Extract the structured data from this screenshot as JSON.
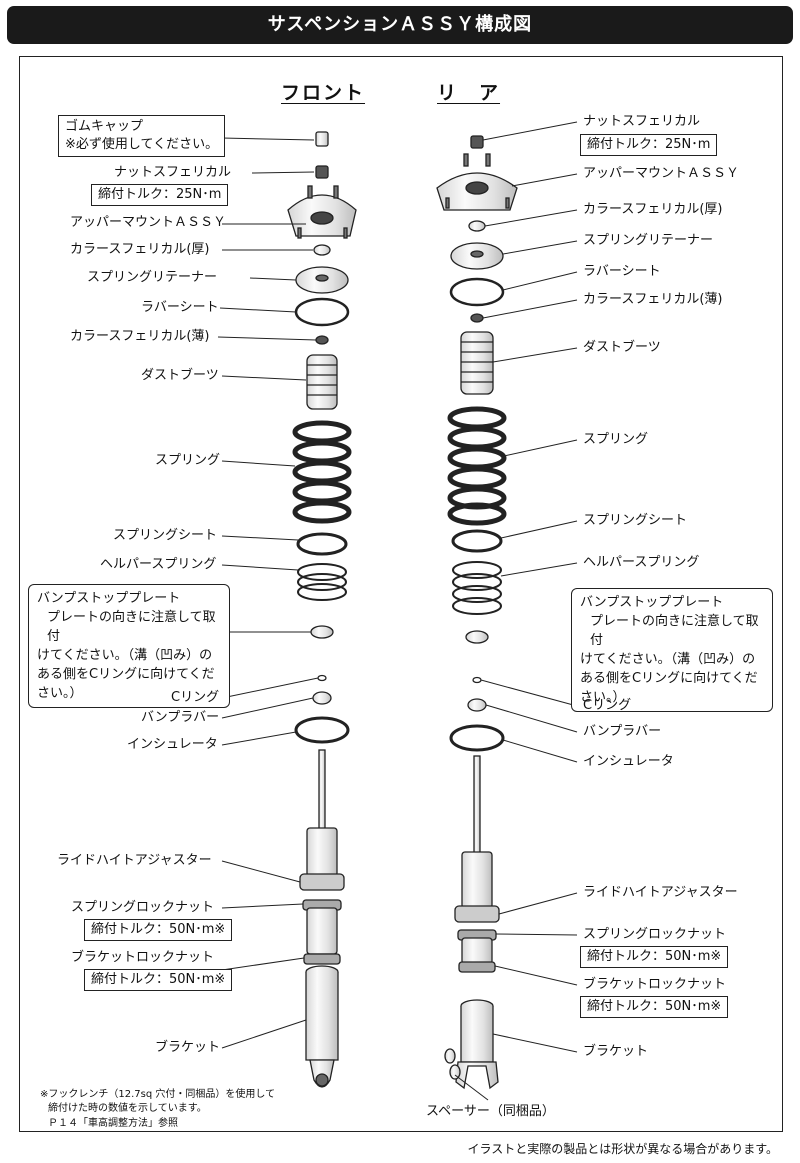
{
  "title": "サスペンションＡＳＳＹ構成図",
  "front": {
    "heading": "フロント",
    "rubber_cap": "ゴムキャップ",
    "rubber_cap_note": "※必ず使用してください。",
    "nut_spherical": "ナットスフェリカル",
    "nut_torque": "締付トルク：25N･m",
    "upper_mount": "アッパーマウントＡＳＳＹ",
    "collar_thick": "カラースフェリカル(厚)",
    "spring_retainer": "スプリングリテーナー",
    "rubber_seat": "ラバーシート",
    "collar_thin": "カラースフェリカル(薄)",
    "dust_boot": "ダストブーツ",
    "spring": "スプリング",
    "spring_seat": "スプリングシート",
    "helper_spring": "ヘルパースプリング",
    "bump_plate": "バンプストッププレート",
    "bump_plate_note_1": "プレートの向きに注意して取付",
    "bump_plate_note_2": "けてください。（溝（凹み）の",
    "bump_plate_note_3": "ある側をCリングに向けてくだ",
    "bump_plate_note_4": "さい。）",
    "c_ring": "Cリング",
    "bump_rubber": "バンプラバー",
    "insulator": "インシュレータ",
    "ride_height_adjuster": "ライドハイトアジャスター",
    "spring_lock_nut": "スプリングロックナット",
    "spring_lock_torque": "締付トルク：50N･m※",
    "bracket_lock_nut": "ブラケットロックナット",
    "bracket_lock_torque": "締付トルク：50N･m※",
    "bracket": "ブラケット"
  },
  "rear": {
    "heading": "リ　ア",
    "nut_spherical": "ナットスフェリカル",
    "nut_torque": "締付トルク：25N･m",
    "upper_mount": "アッパーマウントＡＳＳＹ",
    "collar_thick": "カラースフェリカル(厚)",
    "spring_retainer": "スプリングリテーナー",
    "rubber_seat": "ラバーシート",
    "collar_thin": "カラースフェリカル(薄)",
    "dust_boot": "ダストブーツ",
    "spring": "スプリング",
    "spring_seat": "スプリングシート",
    "helper_spring": "ヘルパースプリング",
    "bump_plate": "バンプストッププレート",
    "bump_plate_note_1": "プレートの向きに注意して取付",
    "bump_plate_note_2": "けてください。（溝（凹み）の",
    "bump_plate_note_3": "ある側をCリングに向けてくだ",
    "bump_plate_note_4": "さい。）",
    "c_ring": "Cリング",
    "bump_rubber": "バンプラバー",
    "insulator": "インシュレータ",
    "ride_height_adjuster": "ライドハイトアジャスター",
    "spring_lock_nut": "スプリングロックナット",
    "spring_lock_torque": "締付トルク：50N･m※",
    "bracket_lock_nut": "ブラケットロックナット",
    "bracket_lock_torque": "締付トルク：50N･m※",
    "bracket": "ブラケット",
    "spacer": "スペーサー（同梱品）"
  },
  "footnote_1": "※フックレンチ（12.7sq 穴付・同梱品）を使用して",
  "footnote_2": "締付けた時の数値を示しています。",
  "footnote_3": "Ｐ１４「車高調整方法」参照",
  "disclaimer": "イラストと実際の製品とは形状が異なる場合があります。",
  "colors": {
    "title_bg": "#1a1a1a",
    "line": "#222222",
    "part_fill": "#f2f2f2"
  }
}
